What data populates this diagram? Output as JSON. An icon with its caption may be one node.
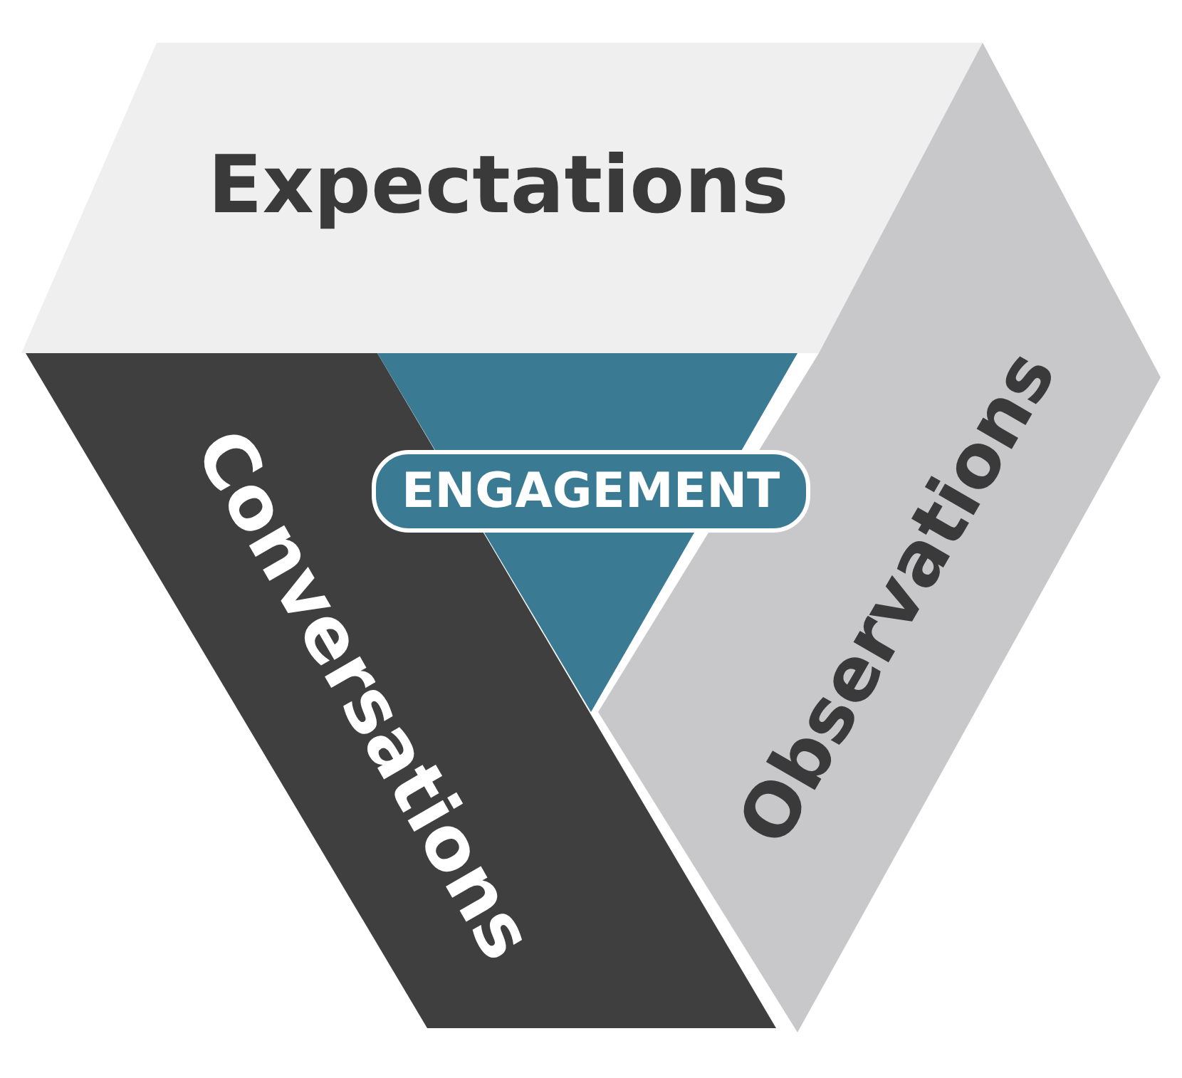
{
  "diagram": {
    "nodes": [
      {
        "text": [
          "Expectations"
        ]
      },
      {
        "text": [
          "Conversations"
        ]
      },
      {
        "text": [
          "Observations"
        ]
      },
      {
        "text": [
          "ENGAGEMENT"
        ]
      }
    ]
  }
}
